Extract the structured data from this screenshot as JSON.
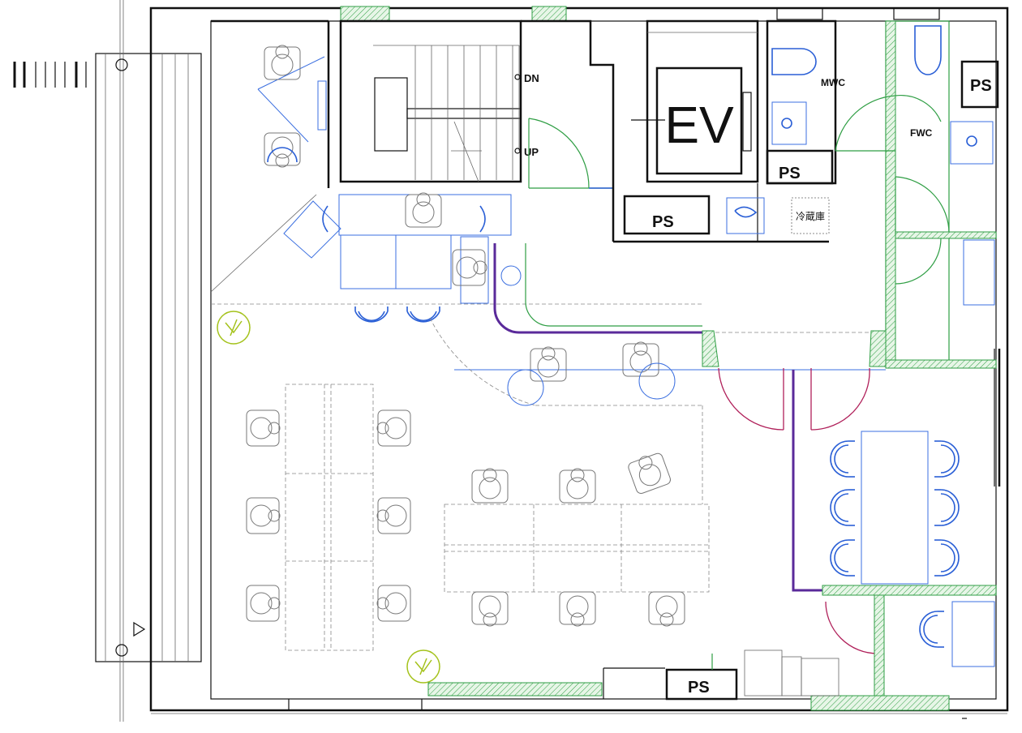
{
  "labels": {
    "elevator": "EV",
    "ps_top": "PS",
    "ps_right": "PS",
    "ps_kitchen": "PS",
    "ps_bottom": "PS",
    "stair_down": "DN",
    "stair_up": "UP",
    "mwc": "MWC",
    "fwc": "FWC",
    "fridge": "冷蔵庫"
  },
  "colors": {
    "walls": "#111111",
    "furniture_blue": "#2a5fd6",
    "partition_green": "#2f9e44",
    "door_swing": "#b0205a",
    "plant": "#a4c21b"
  }
}
